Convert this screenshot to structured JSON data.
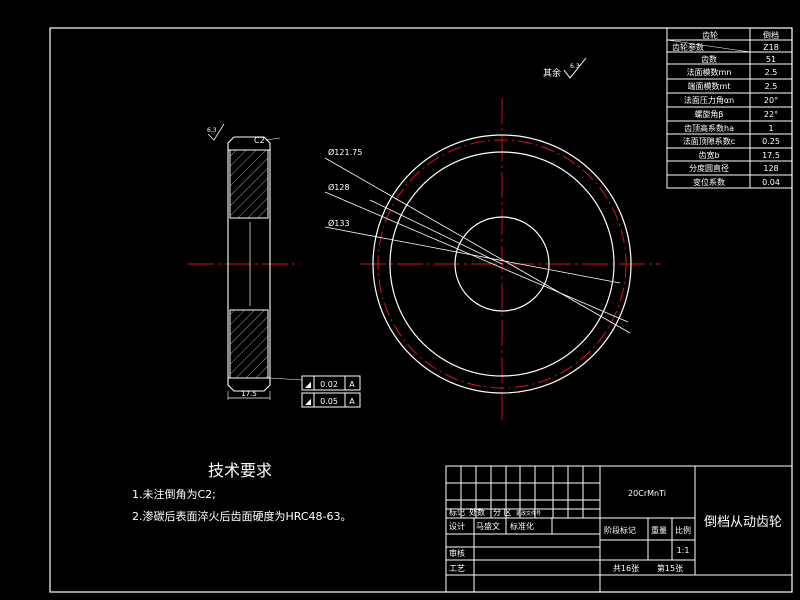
{
  "param_table": {
    "header": [
      "齿轮",
      "倒档"
    ],
    "rows": [
      [
        "齿轮参数",
        "Z18"
      ],
      [
        "齿数",
        "51"
      ],
      [
        "法面模数mn",
        "2.5"
      ],
      [
        "端面模数mt",
        "2.5"
      ],
      [
        "法面压力角αn",
        "20°"
      ],
      [
        "螺旋角β",
        "22°"
      ],
      [
        "齿顶高系数ha",
        "1"
      ],
      [
        "法面顶隙系数c",
        "0.25"
      ],
      [
        "齿宽b",
        "17.5"
      ],
      [
        "分度圆直径",
        "128"
      ],
      [
        "变位系数",
        "0.04"
      ]
    ]
  },
  "surface_note": {
    "label": "其余",
    "symbol": "6.3"
  },
  "diameters": [
    "Ø121.75",
    "Ø128",
    "Ø133"
  ],
  "side_view": {
    "chamfer": "C2",
    "roughness_top": "6.3",
    "width_dim": "17.5",
    "tolerances": [
      {
        "symbol": "◢",
        "value": "0.02",
        "datum": "A"
      },
      {
        "symbol": "◢",
        "value": "0.05",
        "datum": "A"
      }
    ]
  },
  "requirements": {
    "title": "技术要求",
    "items": [
      "1.未注倒角为C2;",
      "2.渗碳后表面淬火后齿面硬度为HRC48-63。"
    ]
  },
  "title_block": {
    "material": "20CrMnTi",
    "part_name": "倒档从动齿轮",
    "labels": {
      "mark": "标记",
      "count": "处数",
      "zone": "分 区",
      "change_doc": "更改文件号",
      "design": "设计",
      "designer": "马盛文",
      "standardize": "标准化",
      "stage_mark": "阶段标记",
      "weight": "重量",
      "scale": "比例",
      "review": "审核",
      "process": "工艺",
      "scale_value": "1:1",
      "sheets_total": "共16张",
      "sheet_no": "第15张"
    }
  }
}
